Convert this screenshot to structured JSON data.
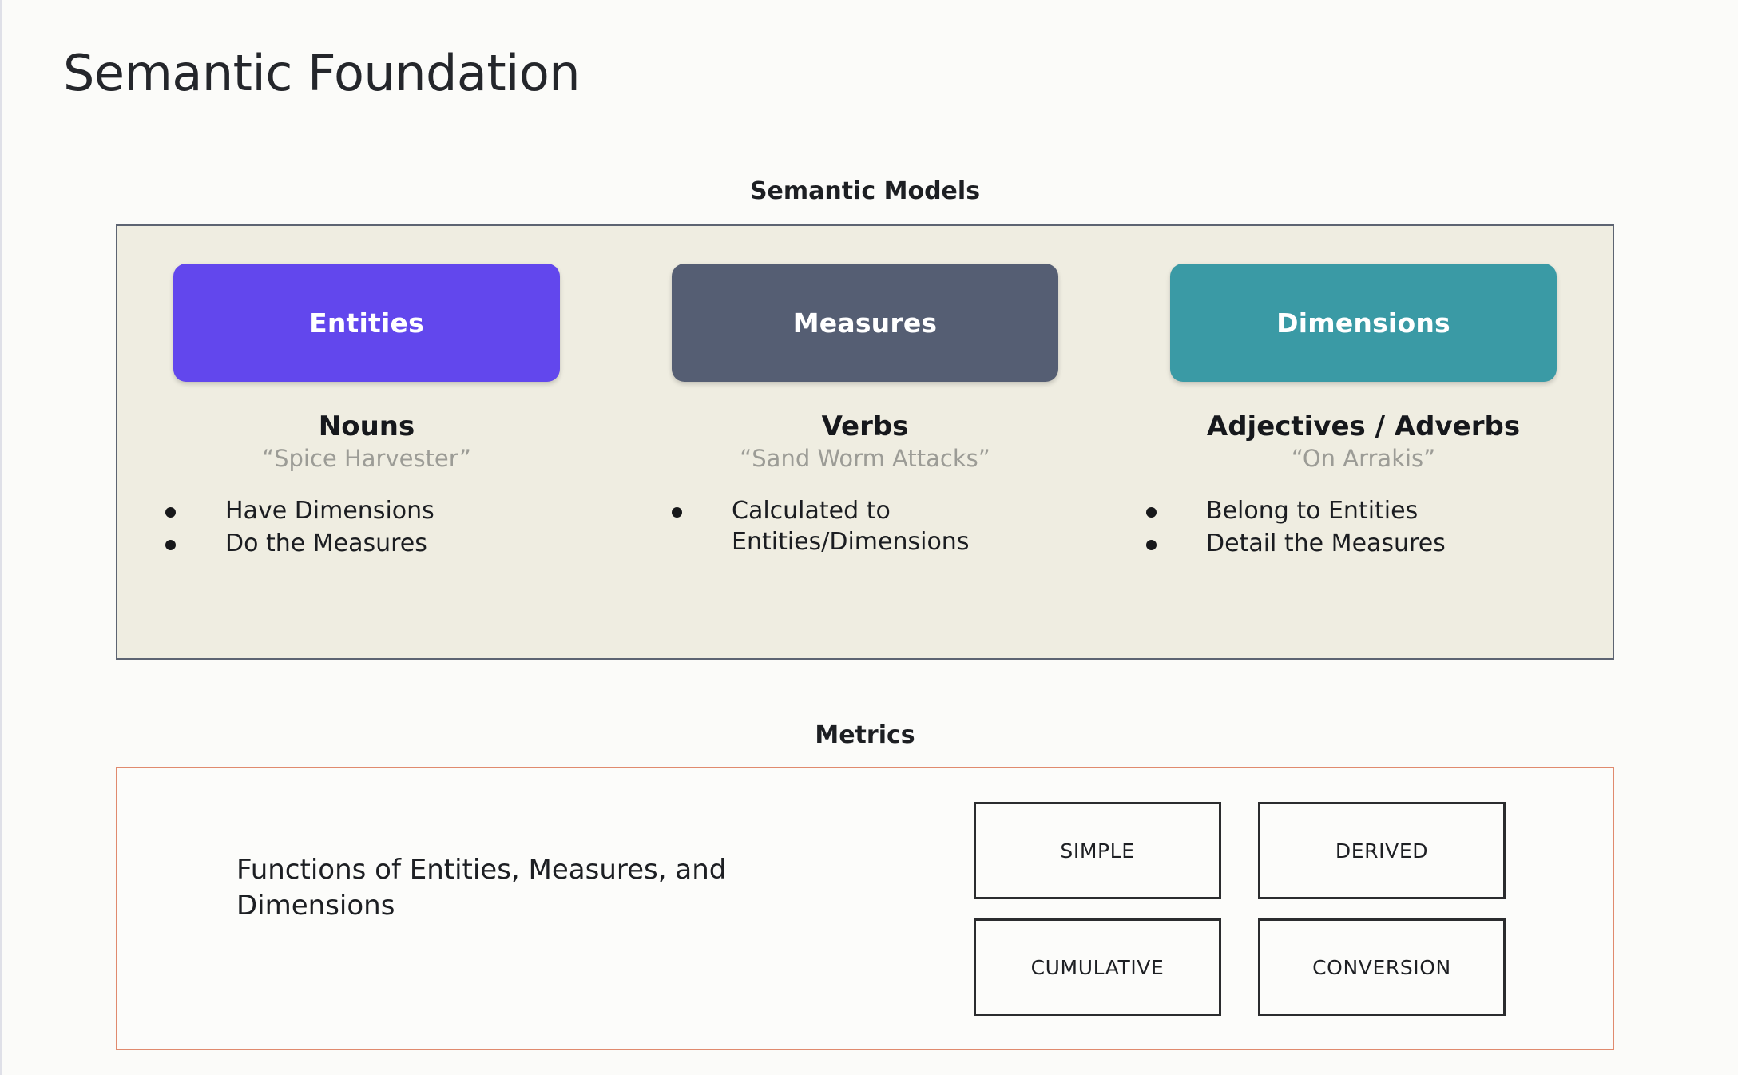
{
  "page": {
    "title": "Semantic Foundation"
  },
  "semantic_models": {
    "heading": "Semantic Models",
    "columns": [
      {
        "pill_label": "Entities",
        "pill_color": "#6247ed",
        "part_of_speech": "Nouns",
        "example": "“Spice Harvester”",
        "bullets": [
          "Have Dimensions",
          "Do the Measures"
        ]
      },
      {
        "pill_label": "Measures",
        "pill_color": "#555e73",
        "part_of_speech": "Verbs",
        "example": "“Sand Worm Attacks”",
        "bullets": [
          "Calculated to\nEntities/Dimensions"
        ]
      },
      {
        "pill_label": "Dimensions",
        "pill_color": "#3a9aa5",
        "part_of_speech": "Adjectives / Adverbs",
        "example": "“On Arrakis”",
        "bullets": [
          "Belong to Entities",
          "Detail the Measures"
        ]
      }
    ]
  },
  "metrics": {
    "heading": "Metrics",
    "description": "Functions of Entities, Measures, and Dimensions",
    "border_color": "#e08a6e",
    "types": [
      "SIMPLE",
      "DERIVED",
      "CUMULATIVE",
      "CONVERSION"
    ]
  }
}
